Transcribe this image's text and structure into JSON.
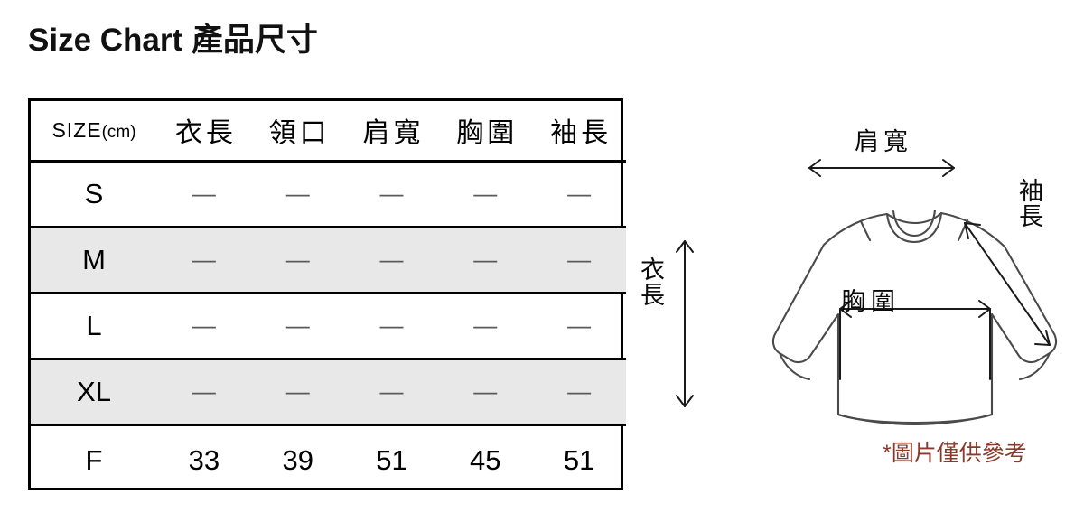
{
  "page": {
    "title": "Size Chart 產品尺寸"
  },
  "table": {
    "columns": [
      {
        "key": "size",
        "label": "SIZE",
        "unit": "(cm)"
      },
      {
        "key": "length",
        "label": "衣長"
      },
      {
        "key": "neck",
        "label": "領口"
      },
      {
        "key": "shoulder",
        "label": "肩寬"
      },
      {
        "key": "chest",
        "label": "胸圍"
      },
      {
        "key": "sleeve",
        "label": "袖長"
      }
    ],
    "rows": [
      {
        "size": "S",
        "length": "—",
        "neck": "—",
        "shoulder": "—",
        "chest": "—",
        "sleeve": "—",
        "shaded": false
      },
      {
        "size": "M",
        "length": "—",
        "neck": "—",
        "shoulder": "—",
        "chest": "—",
        "sleeve": "—",
        "shaded": true
      },
      {
        "size": "L",
        "length": "—",
        "neck": "—",
        "shoulder": "—",
        "chest": "—",
        "sleeve": "—",
        "shaded": false
      },
      {
        "size": "XL",
        "length": "—",
        "neck": "—",
        "shoulder": "—",
        "chest": "—",
        "sleeve": "—",
        "shaded": true
      },
      {
        "size": "F",
        "length": "33",
        "neck": "39",
        "shoulder": "51",
        "chest": "45",
        "sleeve": "51",
        "shaded": false
      }
    ]
  },
  "diagram": {
    "labels": {
      "shoulder": "肩寬",
      "sleeve": "袖\n長",
      "body": "衣\n長",
      "chest": "胸圍"
    },
    "footnote": "*圖片僅供參考",
    "colors": {
      "outline": "#4a4a4a",
      "measure_line": "#1a1a1a",
      "footnote": "#8b3a2a",
      "shaded_row": "#e8e8e8",
      "border": "#000000"
    }
  }
}
